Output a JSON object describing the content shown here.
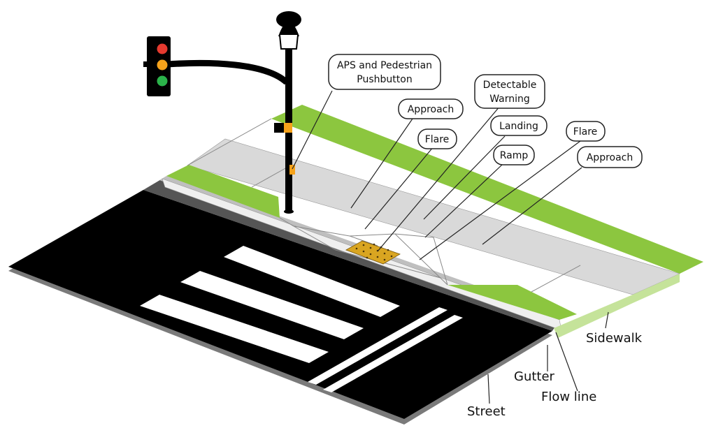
{
  "callouts": {
    "aps": [
      "APS and Pedestrian",
      "Pushbutton"
    ],
    "detectable_warning": [
      "Detectable",
      "Warning"
    ],
    "approach_left": "Approach",
    "landing": "Landing",
    "flare_left": "Flare",
    "flare_right": "Flare",
    "ramp": "Ramp",
    "approach_right": "Approach"
  },
  "bottom_labels": {
    "sidewalk": "Sidewalk",
    "gutter": "Gutter",
    "flow_line": "Flow line",
    "street": "Street"
  },
  "colors": {
    "grass": "#8cc63f",
    "grass_light": "#c5e39a",
    "concrete": "#d9d9d9",
    "street": "#000000",
    "stripe": "#ffffff",
    "warning": "#d9a521",
    "signal_red": "#e53a2f",
    "signal_yellow": "#f5a21b",
    "signal_green": "#2bb34a"
  }
}
